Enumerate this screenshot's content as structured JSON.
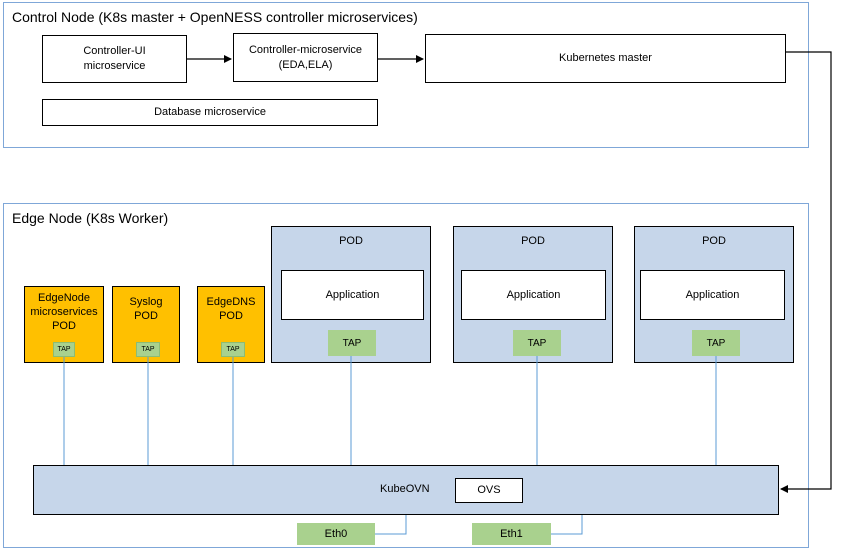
{
  "control_node": {
    "title": "Control Node (K8s master + OpenNESS controller microservices)",
    "controller_ui": "Controller-UI microservice",
    "controller_ms_line1": "Controller-microservice",
    "controller_ms_line2": "(EDA,ELA)",
    "kubernetes_master": "Kubernetes master",
    "database": "Database microservice"
  },
  "edge_node": {
    "title": "Edge Node (K8s Worker)",
    "system_pods": [
      {
        "label": "EdgeNode microservices POD",
        "tap": "TAP"
      },
      {
        "label": "Syslog POD",
        "tap": "TAP"
      },
      {
        "label": "EdgeDNS POD",
        "tap": "TAP"
      }
    ],
    "app_pods": [
      {
        "label": "POD",
        "app": "Application",
        "tap": "TAP"
      },
      {
        "label": "POD",
        "app": "Application",
        "tap": "TAP"
      },
      {
        "label": "POD",
        "app": "Application",
        "tap": "TAP"
      }
    ],
    "kubeovn": "KubeOVN",
    "ovs": "OVS",
    "interfaces": [
      "Eth0",
      "Eth1"
    ]
  },
  "colors": {
    "region_border": "#7fa7d8",
    "pod_fill": "#c6d6ea",
    "system_pod_fill": "#ffc000",
    "tap_fill": "#a9d18e",
    "link_line": "#5b9bd5"
  }
}
